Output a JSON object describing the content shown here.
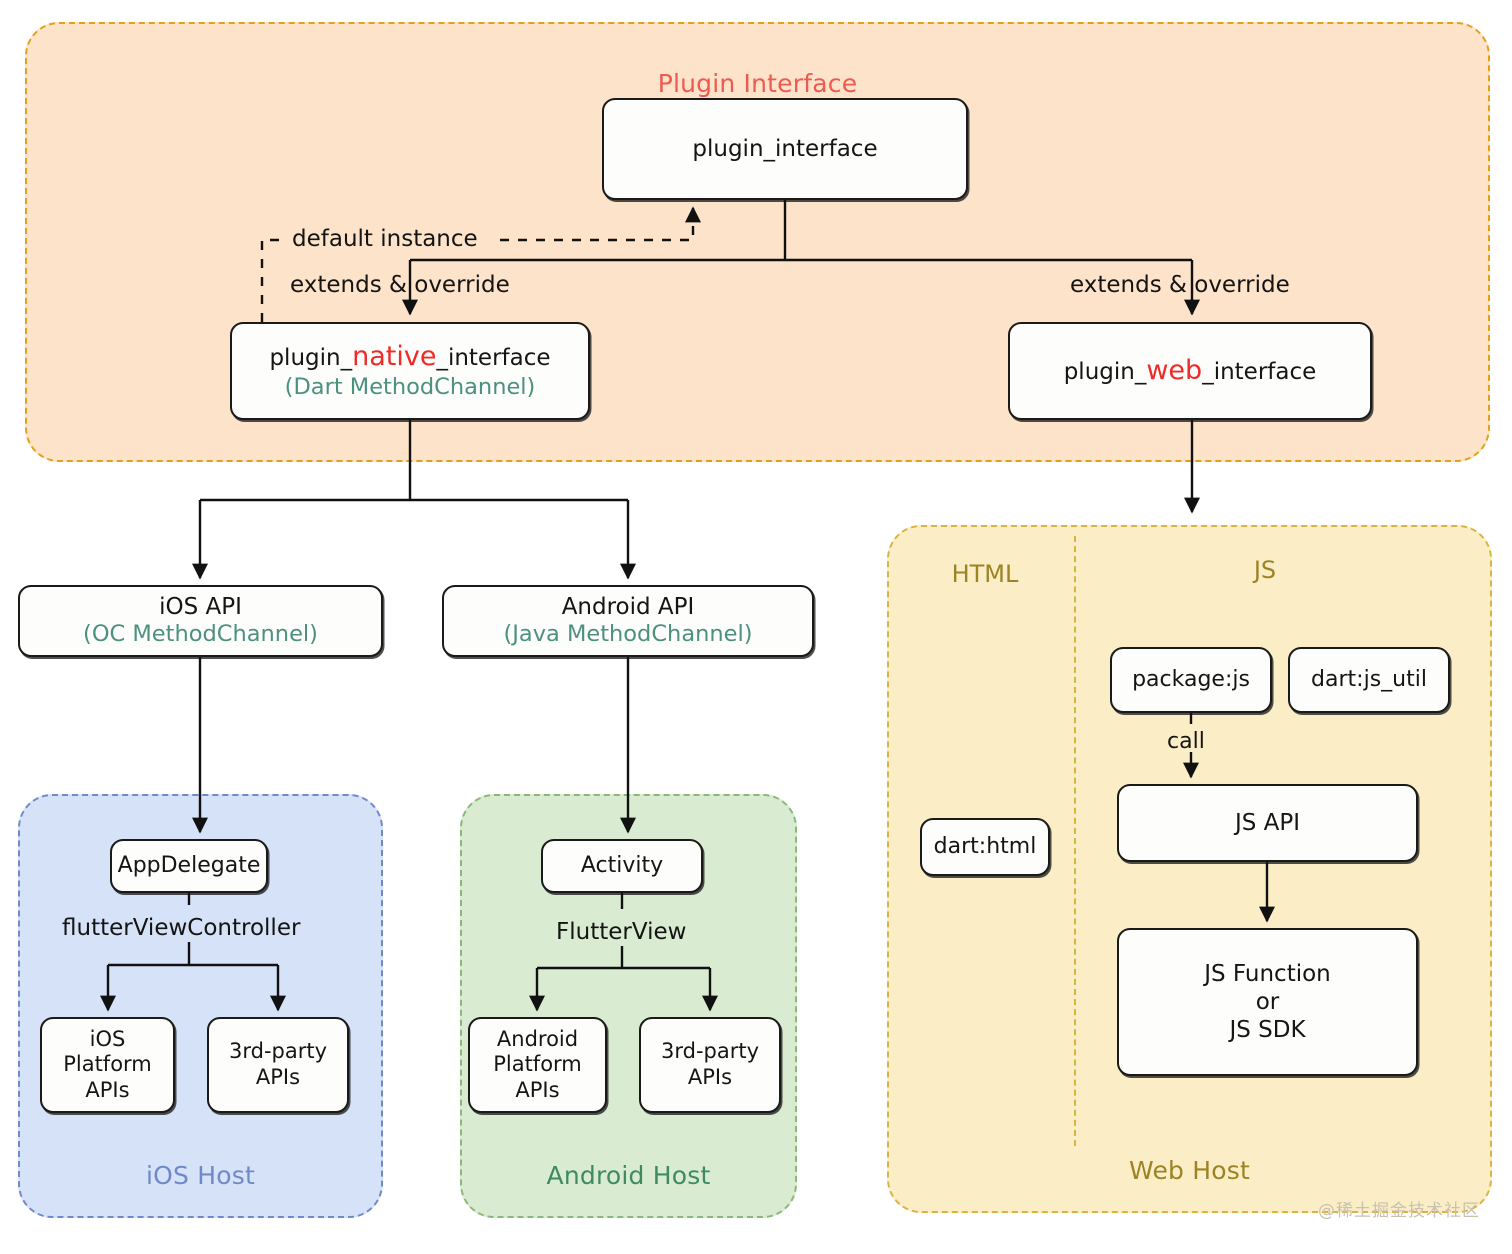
{
  "panels": {
    "plugin_interface": {
      "title": "Plugin Interface"
    },
    "ios_host": {
      "title": "iOS Host"
    },
    "android_host": {
      "title": "Android Host"
    },
    "web_host": {
      "title": "Web Host",
      "section_html": "HTML",
      "section_js": "JS"
    }
  },
  "nodes": {
    "plugin_interface": {
      "label": "plugin_interface"
    },
    "plugin_native_interface": {
      "prefix": "plugin_",
      "highlight": "native",
      "suffix": "_interface",
      "sub": "(Dart MethodChannel)"
    },
    "plugin_web_interface": {
      "prefix": "plugin_",
      "highlight": "web",
      "suffix": "_interface"
    },
    "ios_api": {
      "label": "iOS API",
      "sub": "(OC MethodChannel)"
    },
    "android_api": {
      "label": "Android API",
      "sub": "(Java MethodChannel)"
    },
    "app_delegate": {
      "label": "AppDelegate"
    },
    "activity": {
      "label": "Activity"
    },
    "ios_platform_apis": {
      "line1": "iOS",
      "line2": "Platform",
      "line3": "APIs"
    },
    "ios_third_party_apis": {
      "line1": "3rd-party",
      "line2": "APIs"
    },
    "android_platform_apis": {
      "line1": "Android",
      "line2": "Platform",
      "line3": "APIs"
    },
    "android_third_party_apis": {
      "line1": "3rd-party",
      "line2": "APIs"
    },
    "dart_html": {
      "label": "dart:html"
    },
    "package_js": {
      "label": "package:js"
    },
    "dart_js_util": {
      "label": "dart:js_util"
    },
    "js_api": {
      "label": "JS API"
    },
    "js_function": {
      "line1": "JS Function",
      "line2": "or",
      "line3": "JS SDK"
    }
  },
  "edges": {
    "default_instance": "default instance",
    "extends_override_left": "extends & override",
    "extends_override_right": "extends & override",
    "flutter_view_controller": "flutterViewController",
    "flutter_view": "FlutterView",
    "call": "call"
  },
  "watermark": "@稀土掘金技术社区",
  "colors": {
    "plugin_panel_bg": "#fce3c9",
    "plugin_panel_border": "#e0a318",
    "plugin_panel_title": "#ee5a52",
    "ios_panel_bg": "#d6e2f8",
    "ios_panel_border": "#7189c6",
    "ios_panel_title": "#6f89c9",
    "android_panel_bg": "#d9ecd2",
    "android_panel_border": "#8bb87a",
    "android_panel_title": "#3f8a63",
    "web_panel_bg": "#fbeec6",
    "web_panel_border": "#d9b441",
    "web_panel_title": "#9c8324",
    "highlight_red": "#ee2b28",
    "sub_teal": "#4c9180",
    "node_bg": "#fdfdfb",
    "node_border": "#1a1a1a"
  }
}
